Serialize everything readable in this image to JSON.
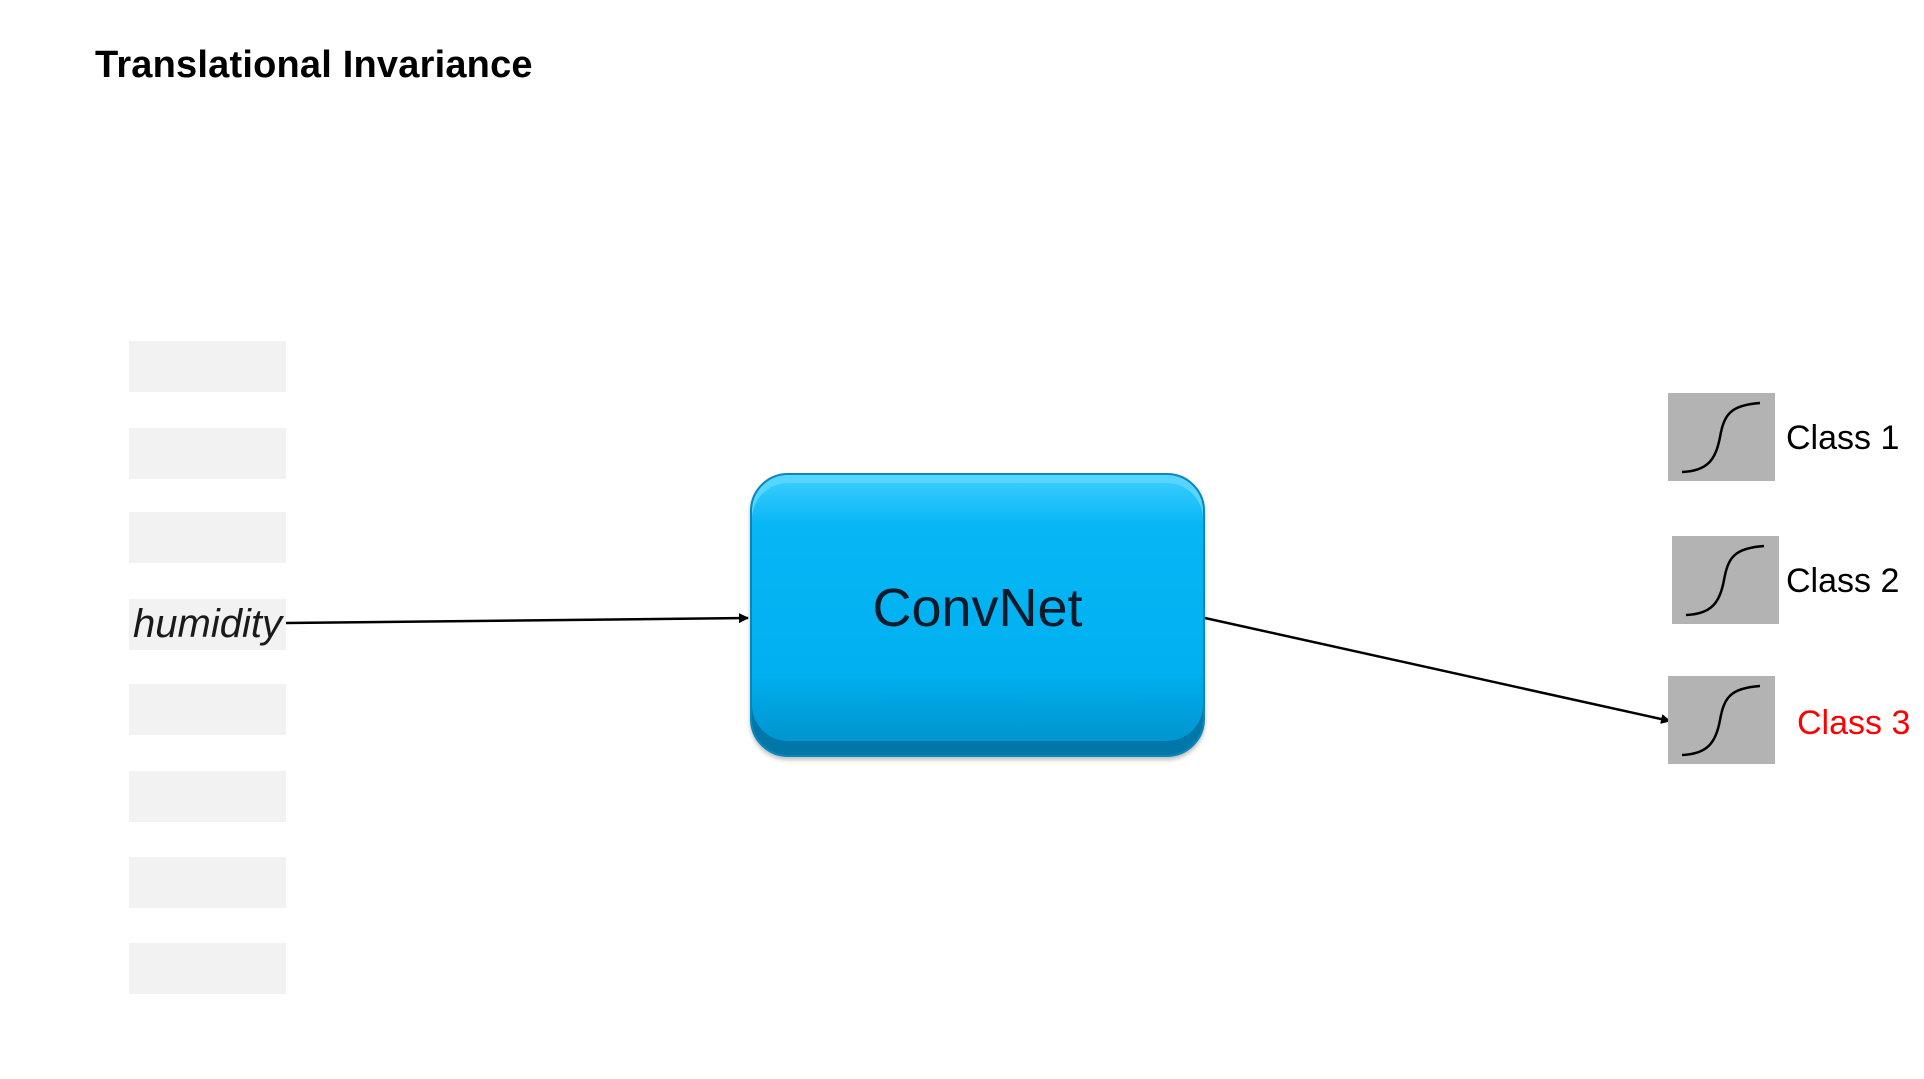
{
  "title": "Translational Invariance",
  "input": {
    "slots": [
      "",
      "",
      "",
      "humidity",
      "",
      "",
      "",
      ""
    ]
  },
  "model": {
    "label": "ConvNet"
  },
  "outputs": [
    {
      "label": "Class 1",
      "color": "#000000"
    },
    {
      "label": "Class 2",
      "color": "#000000"
    },
    {
      "label": "Class 3",
      "color": "#ff0000"
    }
  ],
  "colors": {
    "convnet_fill": "#00b0f0",
    "slot_fill": "#f2f2f2",
    "sigmoid_box": "#b3b3b3",
    "highlight": "#ff0000"
  },
  "icons": {
    "output_activation": "sigmoid-curve-icon",
    "connector_head": "arrowhead-icon"
  }
}
